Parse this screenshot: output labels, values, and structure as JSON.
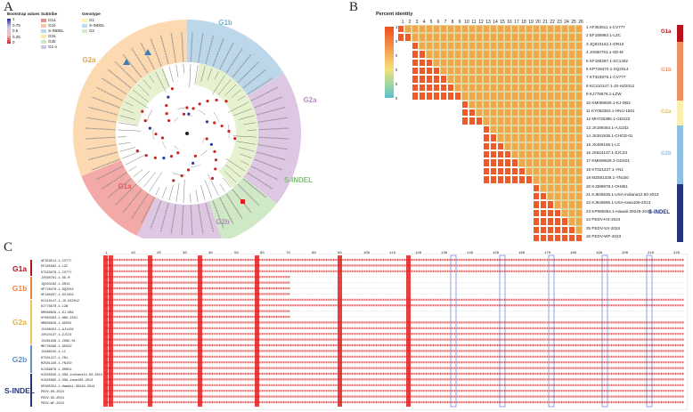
{
  "panels": {
    "a": "A",
    "b": "B",
    "c": "C"
  },
  "panel_a": {
    "legend": {
      "bootstrap_title": "Bootstrap values",
      "bootstrap_ticks": [
        "1",
        "0.75",
        "0.5",
        "0.25",
        "0"
      ],
      "subtribe_title": "Subtribe",
      "subtribe_items": [
        {
          "label": "G1a",
          "color": "#e8908f"
        },
        {
          "label": "G1b",
          "color": "#f7c59f"
        },
        {
          "label": "S-INDEL",
          "color": "#b8d8ef"
        },
        {
          "label": "G2a",
          "color": "#fce9a8"
        },
        {
          "label": "G2b",
          "color": "#c9e7c1"
        },
        {
          "label": "G1-n",
          "color": "#d7c1e1"
        }
      ],
      "genotype_title": "Genotype",
      "genotype_items": [
        {
          "label": "G1",
          "color": "#fff2b3"
        },
        {
          "label": "S-INDEL",
          "color": "#b9ddf2"
        },
        {
          "label": "G2",
          "color": "#d0ebc6"
        }
      ]
    },
    "sector_labels": [
      {
        "label": "G1b",
        "color": "#7aaed0"
      },
      {
        "label": "G2a",
        "color": "#b48ec0"
      },
      {
        "label": "S-INDEL",
        "color": "#7bbf6e"
      },
      {
        "label": "G2b",
        "color": "#b48ec0"
      },
      {
        "label": "G1a",
        "color": "#e25b5b"
      },
      {
        "label": "G2a",
        "color": "#e8a54b"
      }
    ]
  },
  "panel_b": {
    "title": "Percent identity",
    "scale_ticks": [
      "100",
      "98",
      "96",
      "94",
      "92",
      "90.6"
    ],
    "columns": [
      "1",
      "2",
      "3",
      "4",
      "5",
      "6",
      "7",
      "8",
      "9",
      "10",
      "11",
      "12",
      "13",
      "14",
      "15",
      "16",
      "17",
      "18",
      "19",
      "20",
      "21",
      "22",
      "23",
      "24",
      "25",
      "26"
    ],
    "sequences": [
      "1 AF353511.1-CV777",
      "2 EF185992.1-LZC",
      "3 JQ023162.1-DR13",
      "4 JX560761.1-SD-M",
      "5 KF160297.1-SC1402",
      "6 KP728470.1-SQ2014",
      "7 KT323979.1-CV777",
      "8 KC210147.1-JS-HZ2012",
      "9 KJ778678.1-LZW",
      "10 KM089829.1-KJ-DB2",
      "11 KY063363.1-HNU-1501",
      "12 MH726386.1-GDS22",
      "13 JX188454.1-AJ1102",
      "14 JX261936.1-CHGD-01",
      "15 JX489155.1-LC",
      "16 JX524137.1-ZJCZ4",
      "17 KM609829.1-GDS01",
      "18 KT021227.1-YN1",
      "19 MZ581328.1-YN150",
      "20 KJ399978.1-OH851",
      "21 KJ645635.1-USA-indiana12.83-2013",
      "22 KJ645695.1-USA-iowa106-2013",
      "23 KP685354.1-Hawaii-39249-2014",
      "24 PEDV-HS-2024",
      "25 PEDV-SX-2024",
      "26 PEDV-WF-2023"
    ],
    "groups": [
      {
        "label": "G1a",
        "color": "#b5121b"
      },
      {
        "label": "G1b",
        "color": "#ef8f5f"
      },
      {
        "label": "G2a",
        "color": "#fbefb0"
      },
      {
        "label": "G2b",
        "color": "#8fc0e0"
      },
      {
        "label": "S-INDEL",
        "color": "#24357e"
      }
    ]
  },
  "panel_c": {
    "groups": [
      {
        "label": "G1a",
        "color": "#b5121b",
        "bar": "#b5121b"
      },
      {
        "label": "G1b",
        "color": "#e8843f",
        "bar": "#e8843f"
      },
      {
        "label": "G2a",
        "color": "#e2b33a",
        "bar": "#f1c35a"
      },
      {
        "label": "G2b",
        "color": "#5f93c6",
        "bar": "#5f93c6"
      },
      {
        "label": "S-INDEL",
        "color": "#24357e",
        "bar": "#24357e"
      }
    ],
    "sequences": [
      "AF353511.1-CV777",
      "EF185992.1-LZC",
      "KT323979.1-CV777",
      "JX560761.1-SD-M",
      "JQ023162.1-DR13",
      "KP728470.1-SQ2014",
      "KF160297.1-SC1402",
      "KC210147.1-JS-HZ2012",
      "KJ778678.1-LZW",
      "KM089829.1-KJ-DB2",
      "KY063363.1-HNU-1501",
      "KM609829.1-GDS01",
      "JX188454.1-AJ1102",
      "JX524137.1-ZJCZ4",
      "JX261936.1-CHGD-01",
      "MH726386.1-GDS22",
      "JX489155.1-LC",
      "KT021227.1-YN1",
      "MZ581328.1-YN150",
      "KJ399978.1-OH851",
      "KJ645635.1-USA-indiana12.83-2013",
      "KJ645695.1-USA-iowa106-2013",
      "KP685354.1-Hawaii-39249-2014",
      "PEDV-HS-2024",
      "PEDV-SX-2024",
      "PEDV-WF-2023"
    ],
    "ruler": [
      "1",
      "10",
      "20",
      "30",
      "40",
      "50",
      "60",
      "70",
      "80",
      "90",
      "100",
      "110",
      "120",
      "130",
      "140",
      "150",
      "160",
      "170",
      "180",
      "190",
      "200",
      "210",
      "220"
    ]
  }
}
